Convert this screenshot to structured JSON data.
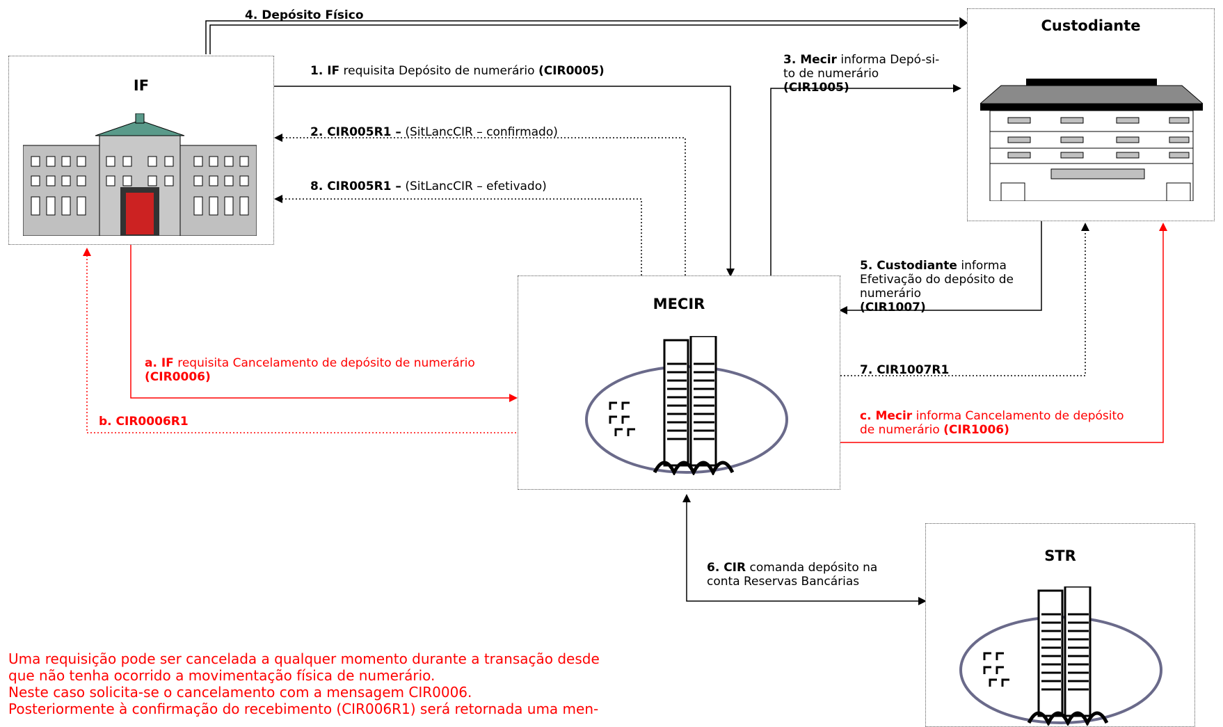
{
  "entities": {
    "if": {
      "title": "IF"
    },
    "custodiante": {
      "title": "Custodiante"
    },
    "mecir": {
      "title": "MECIR"
    },
    "str": {
      "title": "STR"
    }
  },
  "flows": {
    "f4": {
      "num": "4. Depósito Físico"
    },
    "f1": {
      "num": "1. IF",
      "text": " requisita Depósito de numerário ",
      "code": "(CIR0005)"
    },
    "f2": {
      "num": "2. CIR005R1 –",
      "text": " (SitLancCIR – confirmado)"
    },
    "f8": {
      "num": "8. CIR005R1 –",
      "text": " (SitLancCIR – efetivado)"
    },
    "f3": {
      "num": "3. Mecir",
      "text1": " informa Depó-si-",
      "text2": "to de numerário",
      "code": "(CIR1005)"
    },
    "f5": {
      "num": "5. Custodiante",
      "text1": " informa",
      "text2": "Efetivação do depósito de",
      "text3": "numerário",
      "code": "(CIR1007)"
    },
    "f7": {
      "num": "7. CIR1007R1"
    },
    "fa": {
      "num": "a. IF",
      "text": " requisita Cancelamento de depósito de numerário",
      "code": "(CIR0006)"
    },
    "fb": {
      "num": "b. CIR0006R1"
    },
    "fc": {
      "num": "c. Mecir",
      "text1": " informa Cancelamento de depósito",
      "text2": "de numerário ",
      "code": "(CIR1006)"
    },
    "f6": {
      "num": "6. CIR",
      "text1": " comanda depósito na",
      "text2": "conta Reservas Bancárias"
    }
  },
  "note": {
    "line1": "Uma requisição pode ser cancelada a qualquer momento durante a transação desde",
    "line2": "que não tenha ocorrido a movimentação física de numerário.",
    "line3": "Neste caso solicita-se o cancelamento com a mensagem CIR0006.",
    "line4": "Posteriormente à confirmação do recebimento (CIR006R1) será retornada uma men-"
  },
  "colors": {
    "cancel_flow": "#ff0000",
    "main_flow": "#000000",
    "building_gray": "#c0c0c0",
    "roof_green": "#5a9a8a",
    "door_red": "#cc2222"
  }
}
